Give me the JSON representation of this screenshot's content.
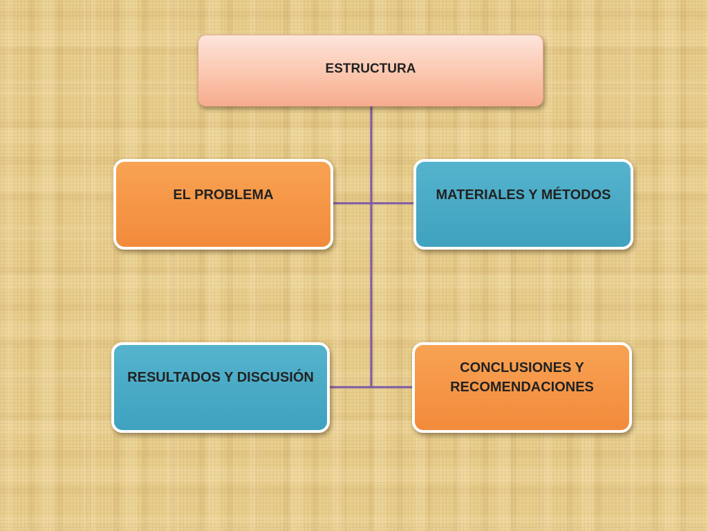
{
  "root": {
    "label": "ESTRUCTURA"
  },
  "nodes": {
    "problema": {
      "label": "EL PROBLEMA"
    },
    "materiales": {
      "label": "MATERIALES Y MÉTODOS"
    },
    "resultados": {
      "label": "RESULTADOS Y DISCUSIÓN"
    },
    "conclusiones": {
      "line1": "CONCLUSIONES Y",
      "line2": "RECOMENDACIONES"
    }
  },
  "colors": {
    "root_fill": "#fbc6ae",
    "orange_fill": "#f28b3b",
    "blue_fill": "#3fa2bf",
    "connector": "#7b5aa6",
    "background": "#e8cf8e"
  }
}
